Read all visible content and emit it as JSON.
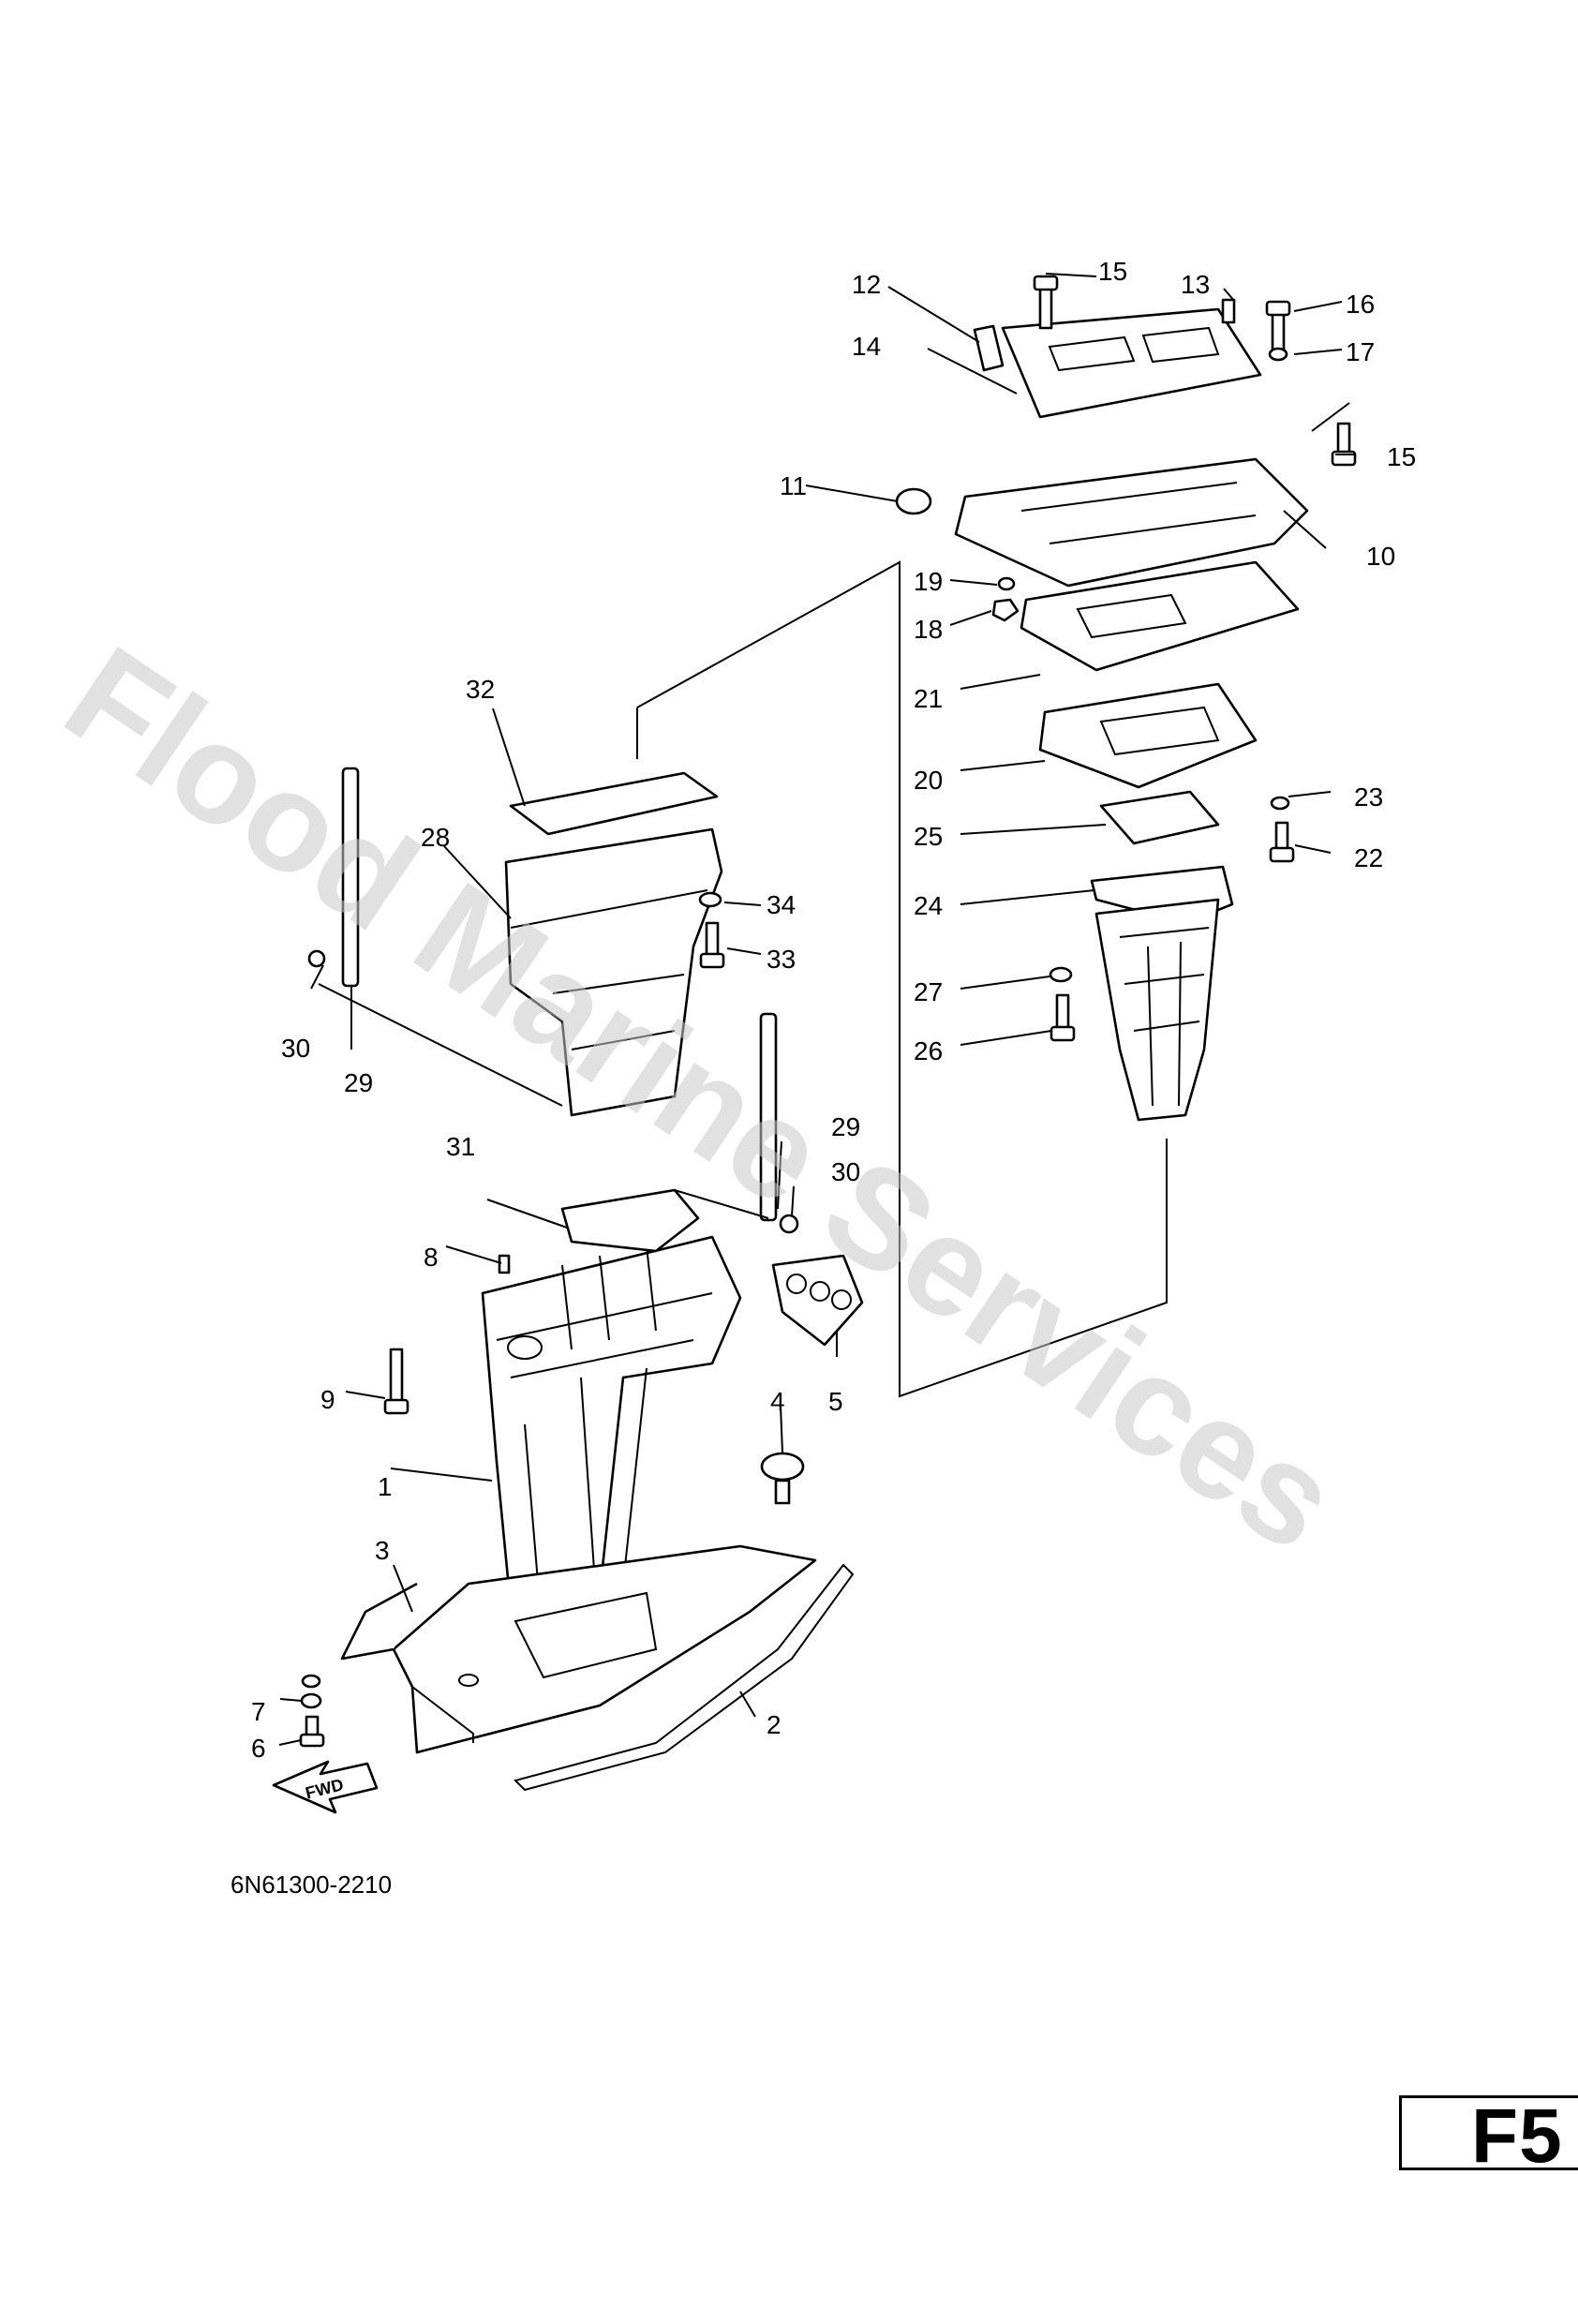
{
  "watermark": "Flood Marine Services",
  "drawing_code": "6N61300-2210",
  "page_code": "F5",
  "fwd_label": "FWD",
  "callouts": {
    "c1": "1",
    "c2": "2",
    "c3": "3",
    "c4": "4",
    "c5": "5",
    "c6": "6",
    "c7": "7",
    "c8": "8",
    "c9": "9",
    "c10": "10",
    "c11": "11",
    "c12": "12",
    "c13": "13",
    "c14": "14",
    "c15a": "15",
    "c15b": "15",
    "c16": "16",
    "c17": "17",
    "c18": "18",
    "c19": "19",
    "c20": "20",
    "c21": "21",
    "c22": "22",
    "c23": "23",
    "c24": "24",
    "c25": "25",
    "c26": "26",
    "c27": "27",
    "c28": "28",
    "c29a": "29",
    "c29b": "29",
    "c30a": "30",
    "c30b": "30",
    "c31": "31",
    "c32": "32",
    "c33": "33",
    "c34": "34"
  }
}
